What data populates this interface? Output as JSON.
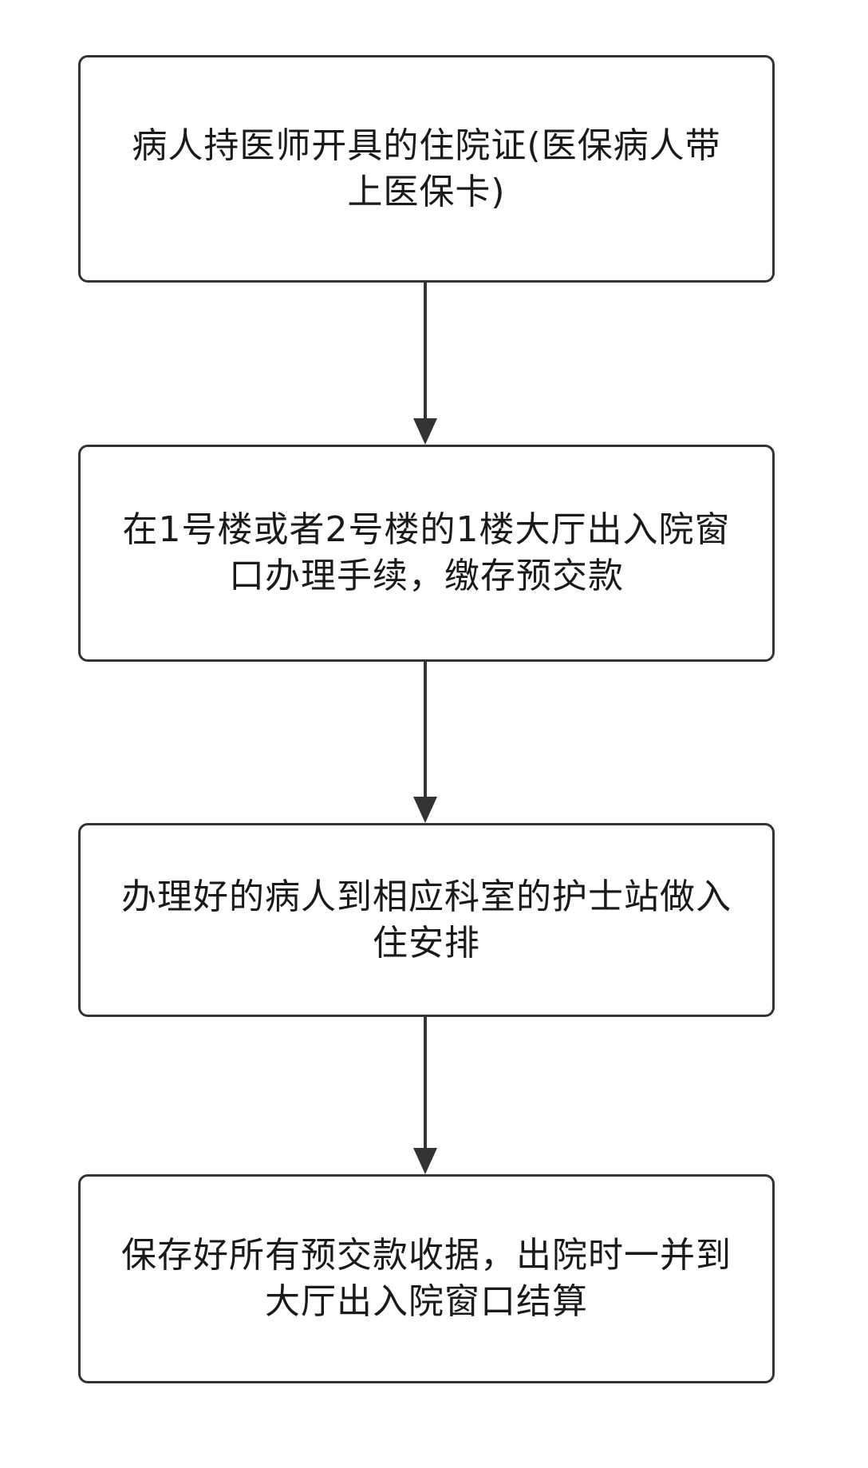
{
  "diagram": {
    "steps": [
      {
        "text": "病人持医师开具的住院证(医保病人带上医保卡)"
      },
      {
        "text": "在1号楼或者2号楼的1楼大厅出入院窗口办理手续，缴存预交款"
      },
      {
        "text": "办理好的病人到相应科室的护士站做入住安排"
      },
      {
        "text": "保存好所有预交款收据，出院时一并到大厅出入院窗口结算"
      }
    ],
    "colors": {
      "border": "#333333",
      "arrow": "#333333",
      "text": "#1a1a1a",
      "background": "#ffffff"
    }
  }
}
